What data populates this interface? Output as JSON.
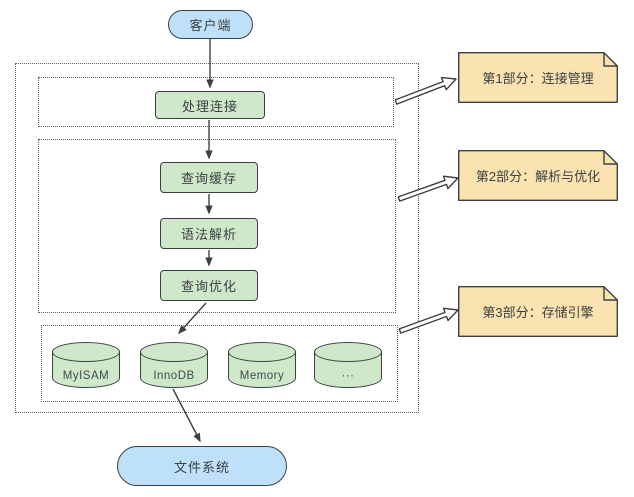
{
  "diagram": {
    "title_implicit": "MySQL server architecture flow",
    "client": {
      "label": "客户端"
    },
    "stages": {
      "handle_connection": "处理连接",
      "query_cache": "查询缓存",
      "parser": "语法解析",
      "optimizer": "查询优化"
    },
    "engines": [
      {
        "label": "MyISAM"
      },
      {
        "label": "InnoDB"
      },
      {
        "label": "Memory"
      },
      {
        "label": "···"
      }
    ],
    "file_system": {
      "label": "文件系统"
    },
    "notes": [
      {
        "label": "第1部分：连接管理"
      },
      {
        "label": "第2部分：解析与优化"
      },
      {
        "label": "第3部分：存储引擎"
      }
    ],
    "colors": {
      "client_fill": "#BEE0F8",
      "stage_fill": "#CFE8CA",
      "engine_fill": "#CFE8CA",
      "note_fill": "#FAE3B0",
      "stroke": "#3C4043",
      "dotted_border": "#5F6368",
      "background": "#FFFFFF"
    }
  }
}
